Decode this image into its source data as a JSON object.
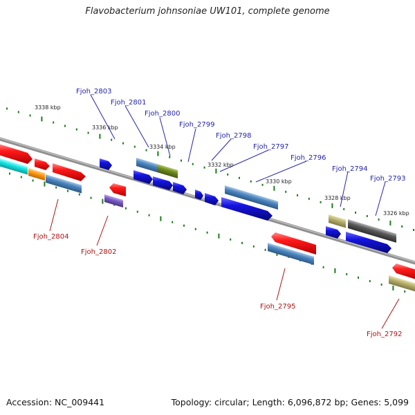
{
  "title": "Flavobacterium johnsoniae UW101, complete genome",
  "footer": {
    "accession": "Accession: NC_009441",
    "summary": "Topology: circular; Length: 6,096,872 bp; Genes: 5,099"
  },
  "scale_labels": [
    "3338 kbp",
    "3336 kbp",
    "3334 kbp",
    "3332 kbp",
    "3330 kbp",
    "3328 kbp",
    "3326 kbp"
  ],
  "genes_top": [
    "Fjoh_2803",
    "Fjoh_2801",
    "Fjoh_2800",
    "Fjoh_2799",
    "Fjoh_2798",
    "Fjoh_2797",
    "Fjoh_2796",
    "Fjoh_2794",
    "Fjoh_2793"
  ],
  "genes_bottom": [
    "Fjoh_2804",
    "Fjoh_2802",
    "Fjoh_2795",
    "Fjoh_2792"
  ],
  "colors": {
    "red": "#ff1a1a",
    "blue": "#1414e0",
    "steelblue": "#4d86c0",
    "olive": "#6e8a1e",
    "cyan": "#19e6e6",
    "orange": "#ff9a12",
    "purple": "#7b5cc4",
    "khaki": "#b7b16c",
    "gray": "#5a5a5a",
    "tick": "#1c7a1c",
    "top_label": "#2323b0",
    "bottom_label": "#b01010"
  }
}
